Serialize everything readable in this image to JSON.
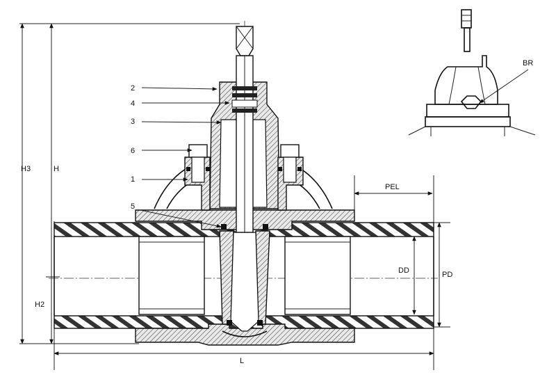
{
  "part_labels": {
    "p2": "2",
    "p4": "4",
    "p3": "3",
    "p6": "6",
    "p1": "1",
    "p5": "5"
  },
  "dimension_labels": {
    "h3": "H3",
    "h": "H",
    "h2": "H2",
    "l": "L",
    "pel": "PEL",
    "dd": "DD",
    "pd": "PD"
  },
  "detail_labels": {
    "br": "BR"
  }
}
